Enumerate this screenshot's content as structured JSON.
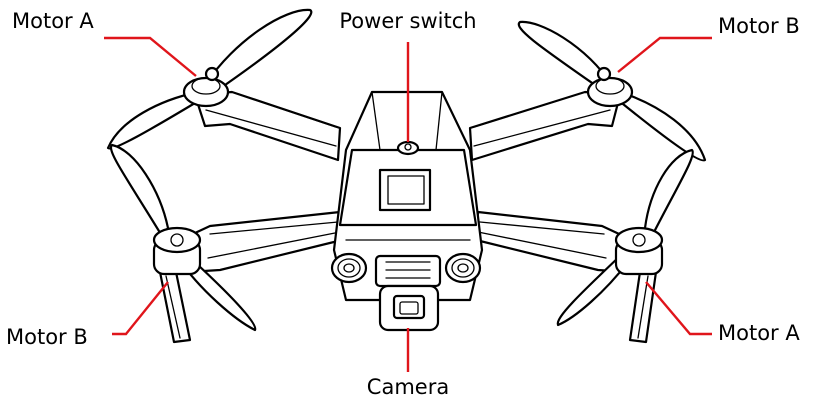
{
  "labels": {
    "motor_a_top_left": "Motor A",
    "power_switch": "Power switch",
    "motor_b_top_right": "Motor B",
    "motor_b_bottom_left": "Motor B",
    "motor_a_bottom_right": "Motor A",
    "camera": "Camera"
  },
  "colors": {
    "leader_line": "#e0151b",
    "outline": "#000000",
    "background": "#ffffff"
  }
}
